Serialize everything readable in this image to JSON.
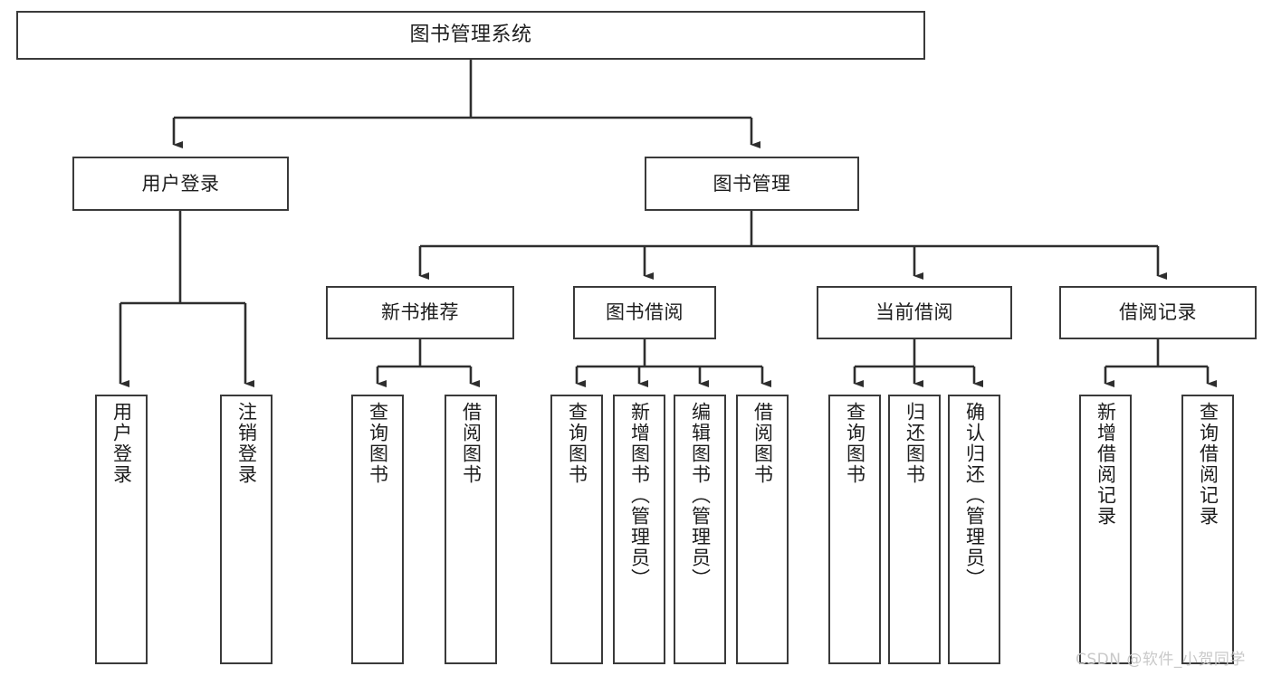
{
  "diagram": {
    "title": "图书管理系统",
    "type": "tree-hierarchy",
    "watermark": "CSDN @软件_小贺同学",
    "nodes": {
      "root": {
        "label": "图书管理系统"
      },
      "level2": [
        {
          "id": "user-login",
          "label": "用户登录"
        },
        {
          "id": "book-manage",
          "label": "图书管理"
        }
      ],
      "level3": [
        {
          "id": "new-book-recommend",
          "label": "新书推荐"
        },
        {
          "id": "book-borrow",
          "label": "图书借阅"
        },
        {
          "id": "current-borrow",
          "label": "当前借阅"
        },
        {
          "id": "borrow-record",
          "label": "借阅记录"
        }
      ],
      "leaves": {
        "user_login": [
          {
            "id": "leaf-user-login",
            "label": "用户登录"
          },
          {
            "id": "leaf-logout-login",
            "label": "注销登录"
          }
        ],
        "new_book_recommend": [
          {
            "id": "leaf-query-book-1",
            "label": "查询图书"
          },
          {
            "id": "leaf-borrow-book-1",
            "label": "借阅图书"
          }
        ],
        "book_borrow": [
          {
            "id": "leaf-query-book-2",
            "label": "查询图书"
          },
          {
            "id": "leaf-add-book",
            "label": "新增图书（管理员）"
          },
          {
            "id": "leaf-edit-book",
            "label": "编辑图书（管理员）"
          },
          {
            "id": "leaf-borrow-book-2",
            "label": "借阅图书"
          }
        ],
        "current_borrow": [
          {
            "id": "leaf-query-book-3",
            "label": "查询图书"
          },
          {
            "id": "leaf-return-book",
            "label": "归还图书"
          },
          {
            "id": "leaf-confirm-return",
            "label": "确认归还（管理员）"
          }
        ],
        "borrow_record": [
          {
            "id": "leaf-add-record",
            "label": "新增借阅记录"
          },
          {
            "id": "leaf-query-record",
            "label": "查询借阅记录"
          }
        ]
      }
    },
    "colors": {
      "border": "#3a3a3a",
      "text": "#1d1d1d",
      "background": "#ffffff",
      "watermark": "#c9c9c9"
    }
  }
}
